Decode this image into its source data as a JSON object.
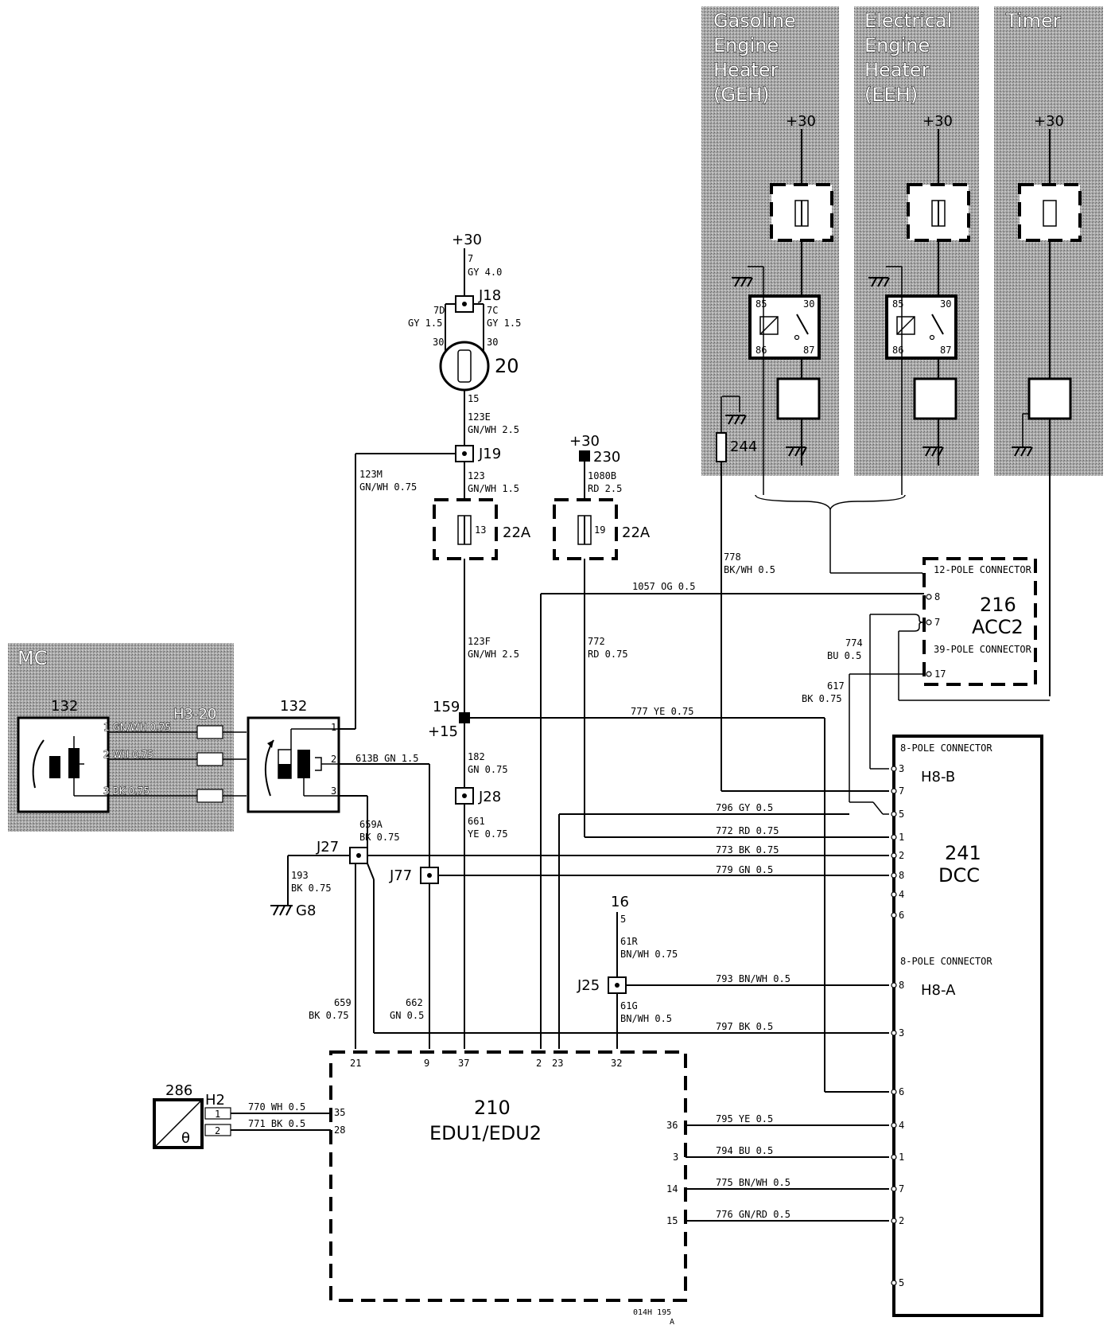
{
  "panels": {
    "geh": {
      "title_lines": [
        "Gasoline",
        "Engine",
        "Heater",
        "(GEH)"
      ],
      "supply": "+30",
      "relay_pins": [
        "85",
        "30",
        "86",
        "87"
      ]
    },
    "eeh": {
      "title_lines": [
        "Electrical",
        "Engine",
        "Heater",
        "(EEH)"
      ],
      "supply": "+30",
      "relay_pins": [
        "85",
        "30",
        "86",
        "87"
      ]
    },
    "timer": {
      "title": "Timer",
      "supply": "+30"
    },
    "mc": {
      "title": "MC",
      "ref": "132",
      "connector": "H3-20",
      "wires": [
        "1 GN/WH 0.75",
        "2 WH 0.75",
        "3 BK 0.75"
      ]
    }
  },
  "supplies": {
    "top": {
      "label": "+30",
      "pin": "7",
      "wire": "GY 4.0"
    },
    "fuse230": {
      "label": "+30",
      "ref": "230",
      "wire_num": "1080B",
      "wire_spec": "RD 2.5"
    }
  },
  "junctions": {
    "j18": "J18",
    "j19": "J19",
    "j28": "J28",
    "j27": "J27",
    "j77": "J77",
    "j25": "J25",
    "g8": "G8"
  },
  "switch20": {
    "ref": "20",
    "pin_top_left": "30",
    "pin_top_right": "30",
    "pin_bottom": "15"
  },
  "fuses": {
    "f13": {
      "num": "13",
      "rating": "22A"
    },
    "f19": {
      "num": "19",
      "rating": "22A"
    }
  },
  "wires": {
    "w7d": {
      "num": "7D",
      "spec": "GY 1.5"
    },
    "w7c": {
      "num": "7C",
      "spec": "GY 1.5"
    },
    "w123e": {
      "num": "123E",
      "spec": "GN/WH 2.5"
    },
    "w123m": {
      "num": "123M",
      "spec": "GN/WH 0.75"
    },
    "w123": {
      "num": "123",
      "spec": "GN/WH 1.5"
    },
    "w123f": {
      "num": "123F",
      "spec": "GN/WH 2.5"
    },
    "w772": {
      "num": "772",
      "spec": "RD 0.75"
    },
    "w778": {
      "num": "778",
      "spec": "BK/WH 0.5"
    },
    "w1057": "1057 OG 0.5",
    "w774": {
      "num": "774",
      "spec": "BU 0.5"
    },
    "w617": {
      "num": "617",
      "spec": "BK 0.75"
    },
    "w777": "777 YE 0.75",
    "w613b": "613B GN 1.5",
    "w182": {
      "num": "182",
      "spec": "GN 0.75"
    },
    "w661": {
      "num": "661",
      "spec": "YE 0.75"
    },
    "w659a": {
      "num": "659A",
      "spec": "BK 0.75"
    },
    "w193": {
      "num": "193",
      "spec": "BK 0.75"
    },
    "w796": "796 GY 0.5",
    "w772b": "772 RD 0.75",
    "w773": "773 BK 0.75",
    "w779": "779 GN 0.5",
    "w61r": {
      "num": "61R",
      "spec": "BN/WH 0.75"
    },
    "w793": "793 BN/WH 0.5",
    "w61g": {
      "num": "61G",
      "spec": "BN/WH 0.5"
    },
    "w659": {
      "num": "659",
      "spec": "BK 0.75"
    },
    "w662": {
      "num": "662",
      "spec": "GN 0.5"
    },
    "w797": "797 BK 0.5",
    "w770": "770 WH 0.5",
    "w771": "771 BK 0.5",
    "w795": "795 YE 0.5",
    "w794": "794 BU 0.5",
    "w775": "775 BN/WH 0.5",
    "w776": "776 GN/RD 0.5"
  },
  "node159": {
    "ref": "159",
    "label": "+15"
  },
  "node16": {
    "ref": "16",
    "pin": "5"
  },
  "sensor132": {
    "ref": "132",
    "pins": [
      "1",
      "2",
      "3"
    ]
  },
  "acc216": {
    "ref": "216",
    "name": "ACC2",
    "conn12": "12-POLE CONNECTOR",
    "conn39": "39-POLE CONNECTOR",
    "pins": [
      "8",
      "7",
      "17"
    ]
  },
  "dcc241": {
    "ref": "241",
    "name": "DCC",
    "connB": {
      "title": "8-POLE CONNECTOR",
      "name": "H8-B",
      "pins": [
        "3",
        "7",
        "5",
        "1",
        "2",
        "8",
        "4",
        "6"
      ]
    },
    "connA": {
      "title": "8-POLE CONNECTOR",
      "name": "H8-A",
      "pins": [
        "8",
        "3",
        "6",
        "4",
        "1",
        "7",
        "2",
        "5"
      ]
    }
  },
  "edu210": {
    "ref": "210",
    "name": "EDU1/EDU2",
    "top_pins": [
      "21",
      "9",
      "37",
      "2",
      "23",
      "32"
    ],
    "left_pins": [
      "35",
      "28"
    ],
    "right_pins": [
      "36",
      "3",
      "14",
      "15"
    ]
  },
  "sensor286": {
    "ref": "286",
    "symbol": "θ",
    "connector": "H2",
    "pins": [
      "1",
      "2"
    ]
  },
  "ground244": "244",
  "footer": {
    "line1": "014H 195",
    "line2": "A"
  }
}
